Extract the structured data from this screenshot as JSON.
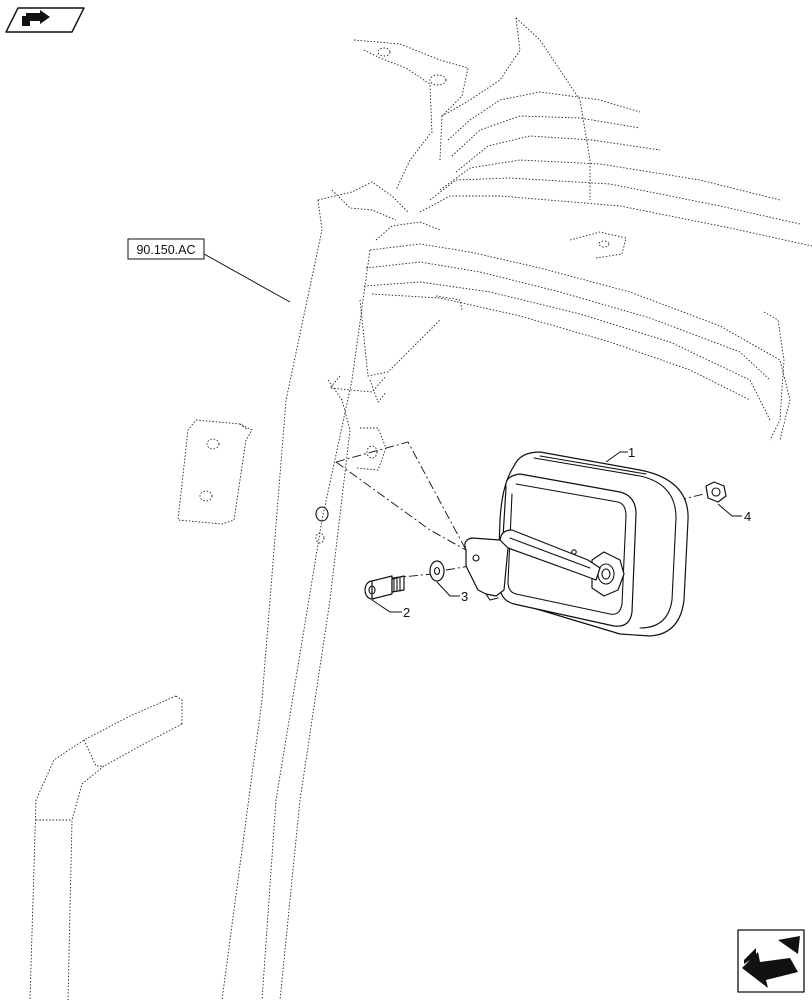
{
  "reference_label": "90.150.AC",
  "callouts": {
    "mirror": "1",
    "screw": "2",
    "washer": "3",
    "nut": "4"
  },
  "icons": {
    "top_left": "book-arrow-icon",
    "bottom_right": "navigate-arrow-icon"
  }
}
